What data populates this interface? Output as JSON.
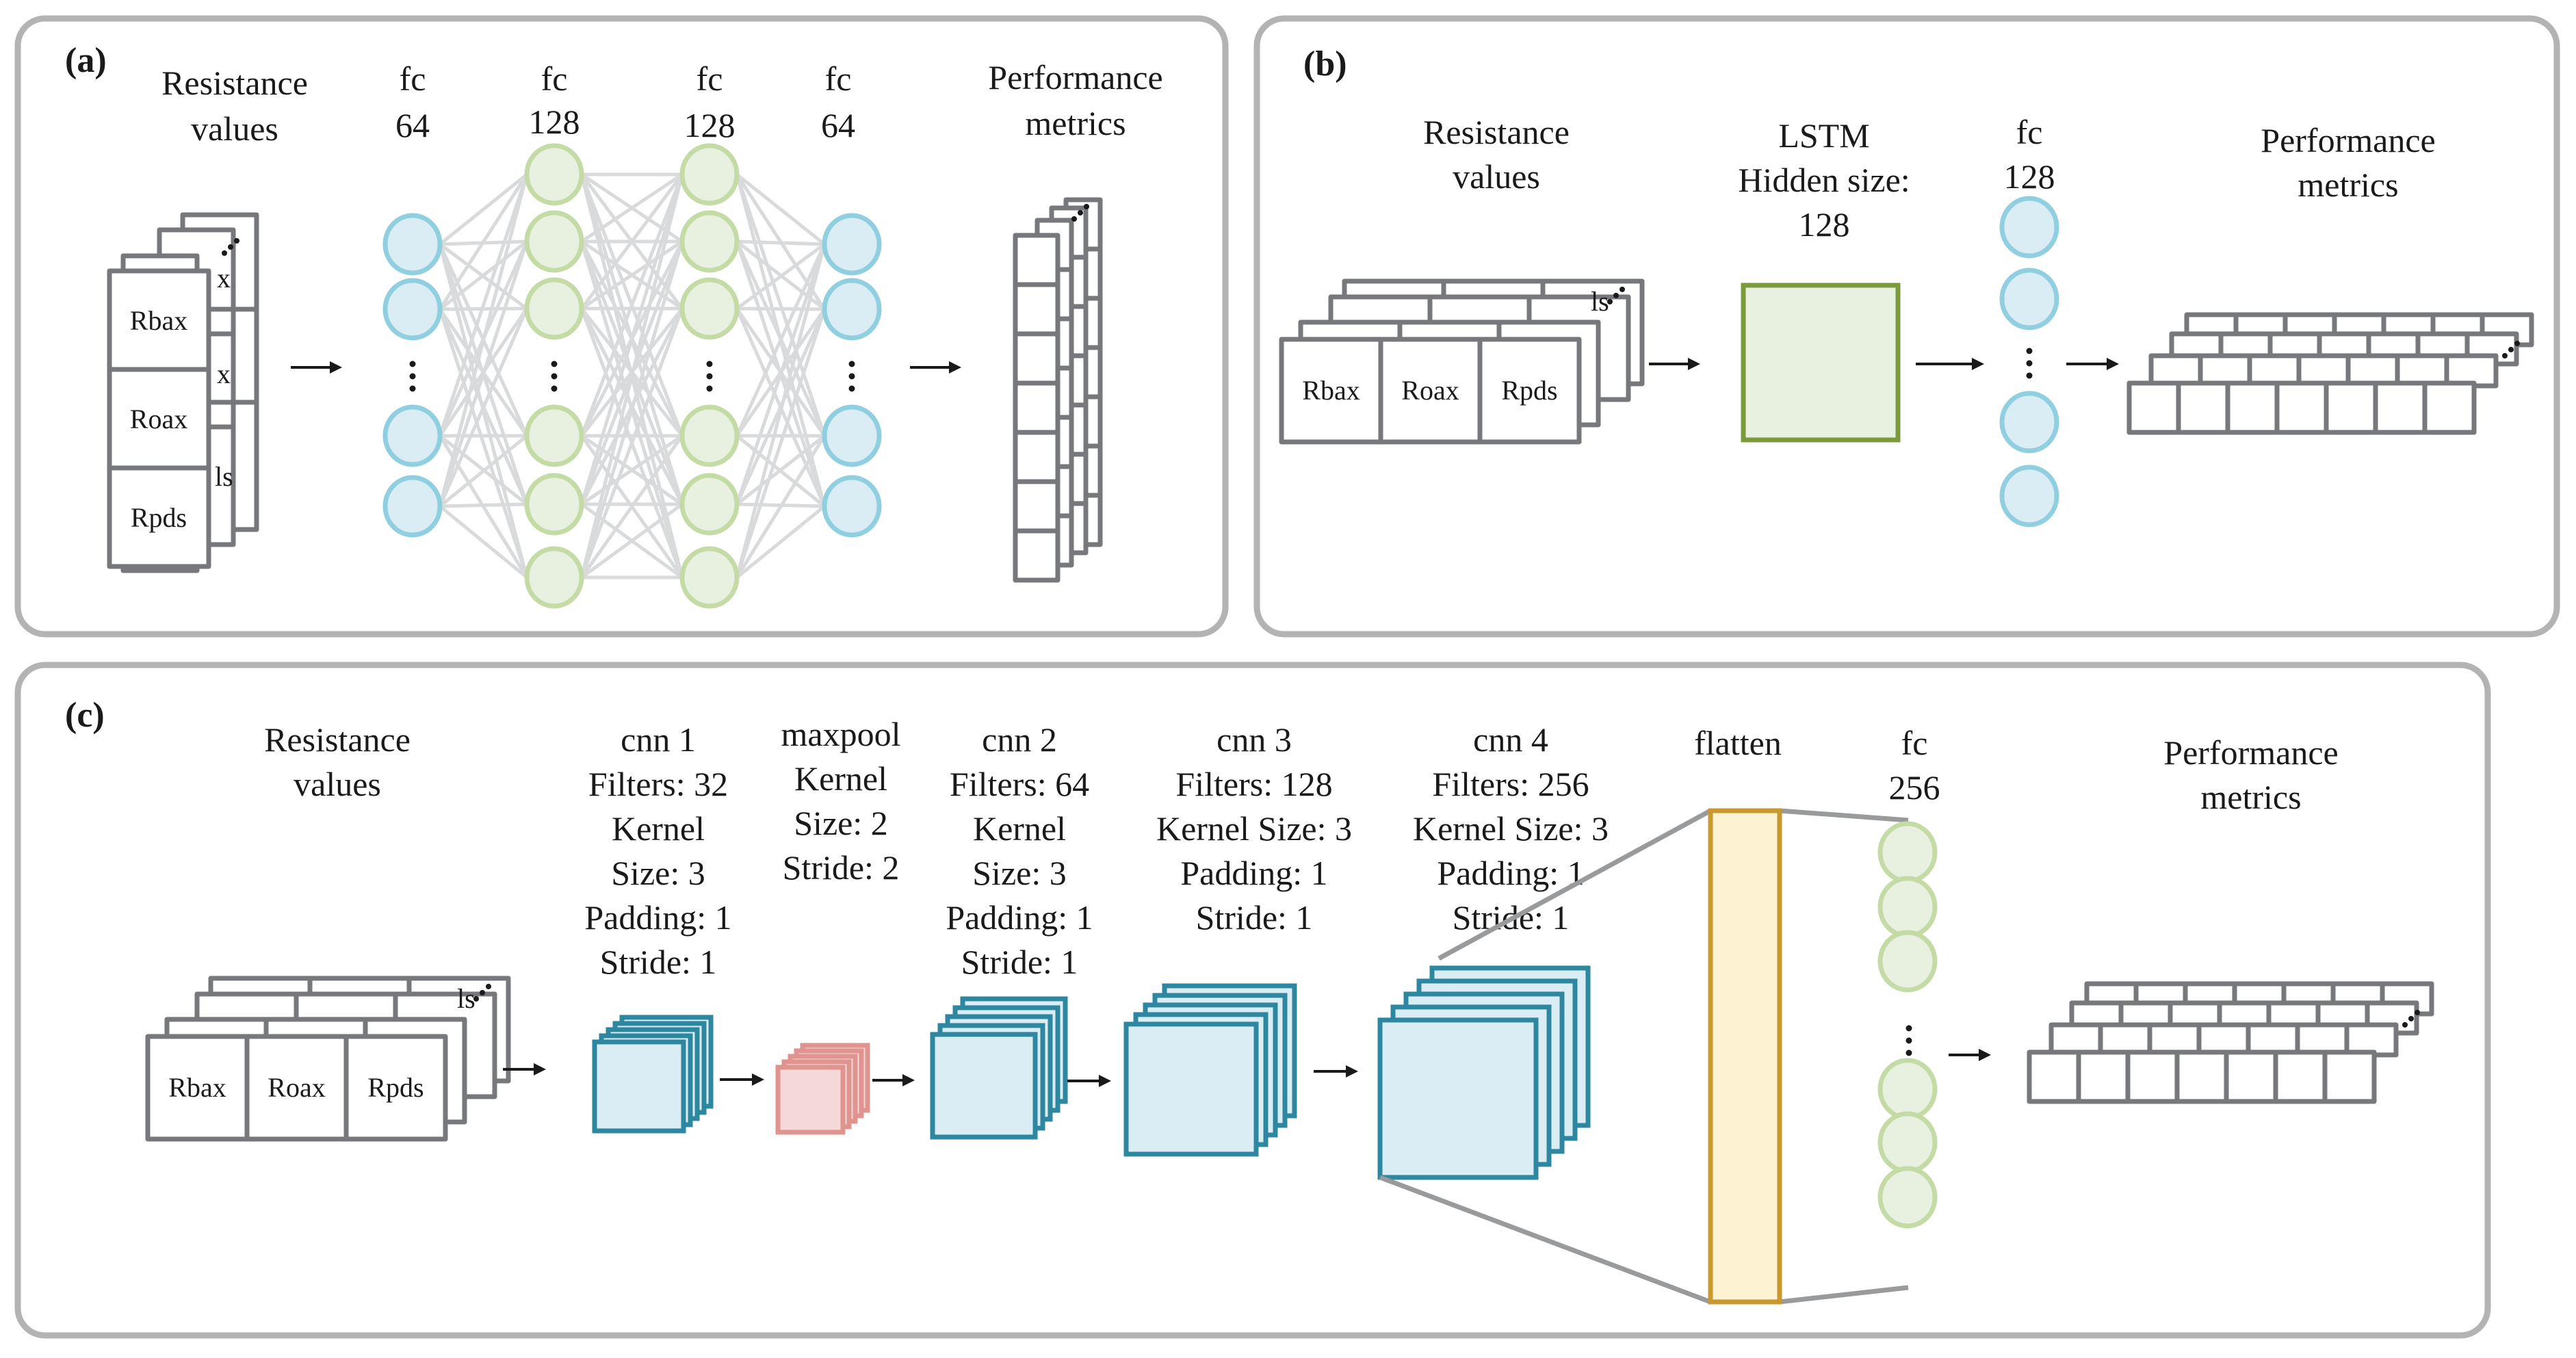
{
  "colors": {
    "panel_border": "#b3b3b3",
    "grid_stroke": "#77787b",
    "blue_node_fill": "#dbedf4",
    "blue_node_stroke": "#8fcfe0",
    "green_node_fill": "#e8f0df",
    "green_node_stroke": "#c5dba6",
    "lstm_fill": "#e8f0df",
    "lstm_stroke": "#7a9a3c",
    "cnn_fill": "#dbedf4",
    "cnn_stroke": "#2e87a0",
    "maxpool_fill": "#f4d9d8",
    "maxpool_stroke": "#e0948f",
    "flatten_fill": "#fdf2d2",
    "flatten_stroke": "#c9982f",
    "connection": "#d9dadb",
    "funnel": "#999a9c"
  },
  "panels": {
    "a": {
      "id": "(a)",
      "input_label": [
        "Resistance",
        "values"
      ],
      "input_cells": [
        "Rbax",
        "Roax",
        "Rpds"
      ],
      "layers": [
        {
          "name": "fc",
          "size": "64"
        },
        {
          "name": "fc",
          "size": "128"
        },
        {
          "name": "fc",
          "size": "128"
        },
        {
          "name": "fc",
          "size": "64"
        }
      ],
      "output_label": [
        "Performance",
        "metrics"
      ]
    },
    "b": {
      "id": "(b)",
      "input_label": [
        "Resistance",
        "values"
      ],
      "input_cells": [
        "Rbax",
        "Roax",
        "Rpds"
      ],
      "lstm_label": [
        "LSTM",
        "Hidden size:",
        "128"
      ],
      "fc_label": [
        "fc",
        "128"
      ],
      "output_label": [
        "Performance",
        "metrics"
      ]
    },
    "c": {
      "id": "(c)",
      "input_label": [
        "Resistance",
        "values"
      ],
      "input_cells": [
        "Rbax",
        "Roax",
        "Rpds"
      ],
      "cnn1": [
        "cnn 1",
        "Filters: 32",
        "Kernel",
        "Size: 3",
        "Padding: 1",
        "Stride: 1"
      ],
      "maxpool": [
        "maxpool",
        "Kernel",
        "Size: 2",
        "Stride: 2"
      ],
      "cnn2": [
        "cnn 2",
        "Filters: 64",
        "Kernel",
        "Size: 3",
        "Padding: 1",
        "Stride: 1"
      ],
      "cnn3": [
        "cnn 3",
        "Filters: 128",
        "Kernel Size: 3",
        "Padding: 1",
        "Stride: 1"
      ],
      "cnn4": [
        "cnn 4",
        "Filters: 256",
        "Kernel Size: 3",
        "Padding: 1",
        "Stride: 1"
      ],
      "flatten_label": "flatten",
      "fc_label": [
        "fc",
        "256"
      ],
      "output_label": [
        "Performance",
        "metrics"
      ]
    }
  }
}
